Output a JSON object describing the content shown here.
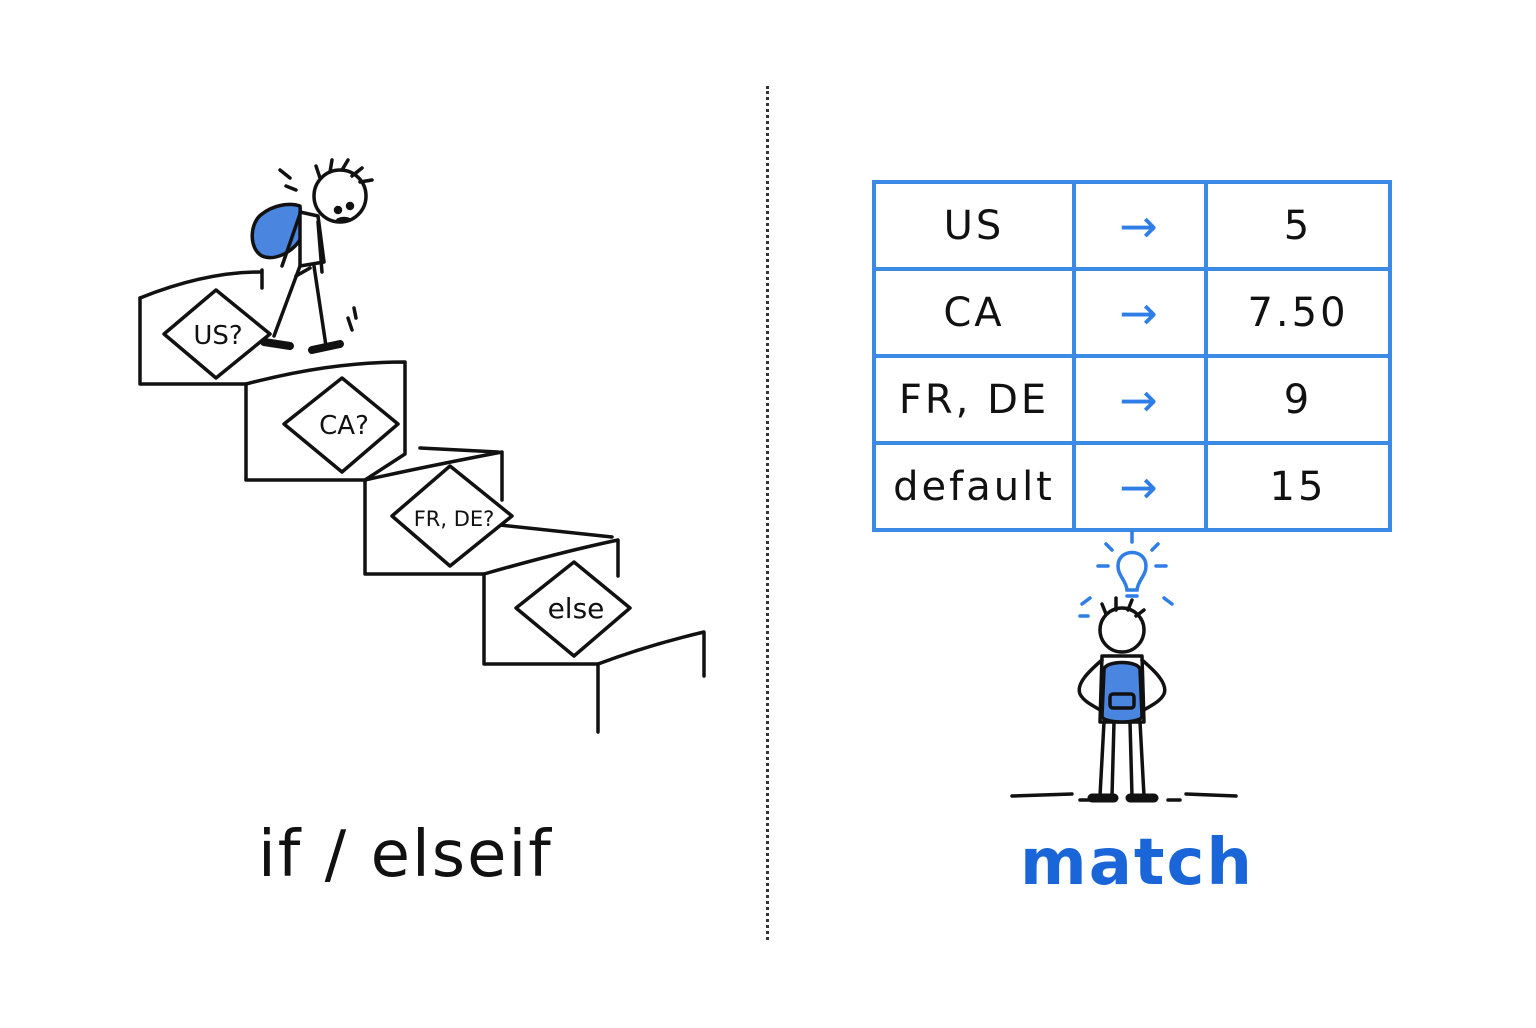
{
  "left": {
    "caption": "if / elseif",
    "steps": [
      {
        "label": "US?"
      },
      {
        "label": "CA?"
      },
      {
        "label": "FR, DE?"
      },
      {
        "label": "else"
      }
    ]
  },
  "right": {
    "caption": "match",
    "table": {
      "rows": [
        {
          "key": "US",
          "arrow": "→",
          "value": "5"
        },
        {
          "key": "CA",
          "arrow": "→",
          "value": "7.50"
        },
        {
          "key": "FR, DE",
          "arrow": "→",
          "value": "9"
        },
        {
          "key": "default",
          "arrow": "→",
          "value": "15"
        }
      ]
    }
  },
  "colors": {
    "ink": "#111111",
    "accent": "#3b8be6",
    "caption_accent": "#1a66d9",
    "backpack": "#4a86e0"
  },
  "icons": [
    "stick-figure-climbing-icon",
    "backpack-icon",
    "lightbulb-icon",
    "stick-figure-standing-icon"
  ]
}
